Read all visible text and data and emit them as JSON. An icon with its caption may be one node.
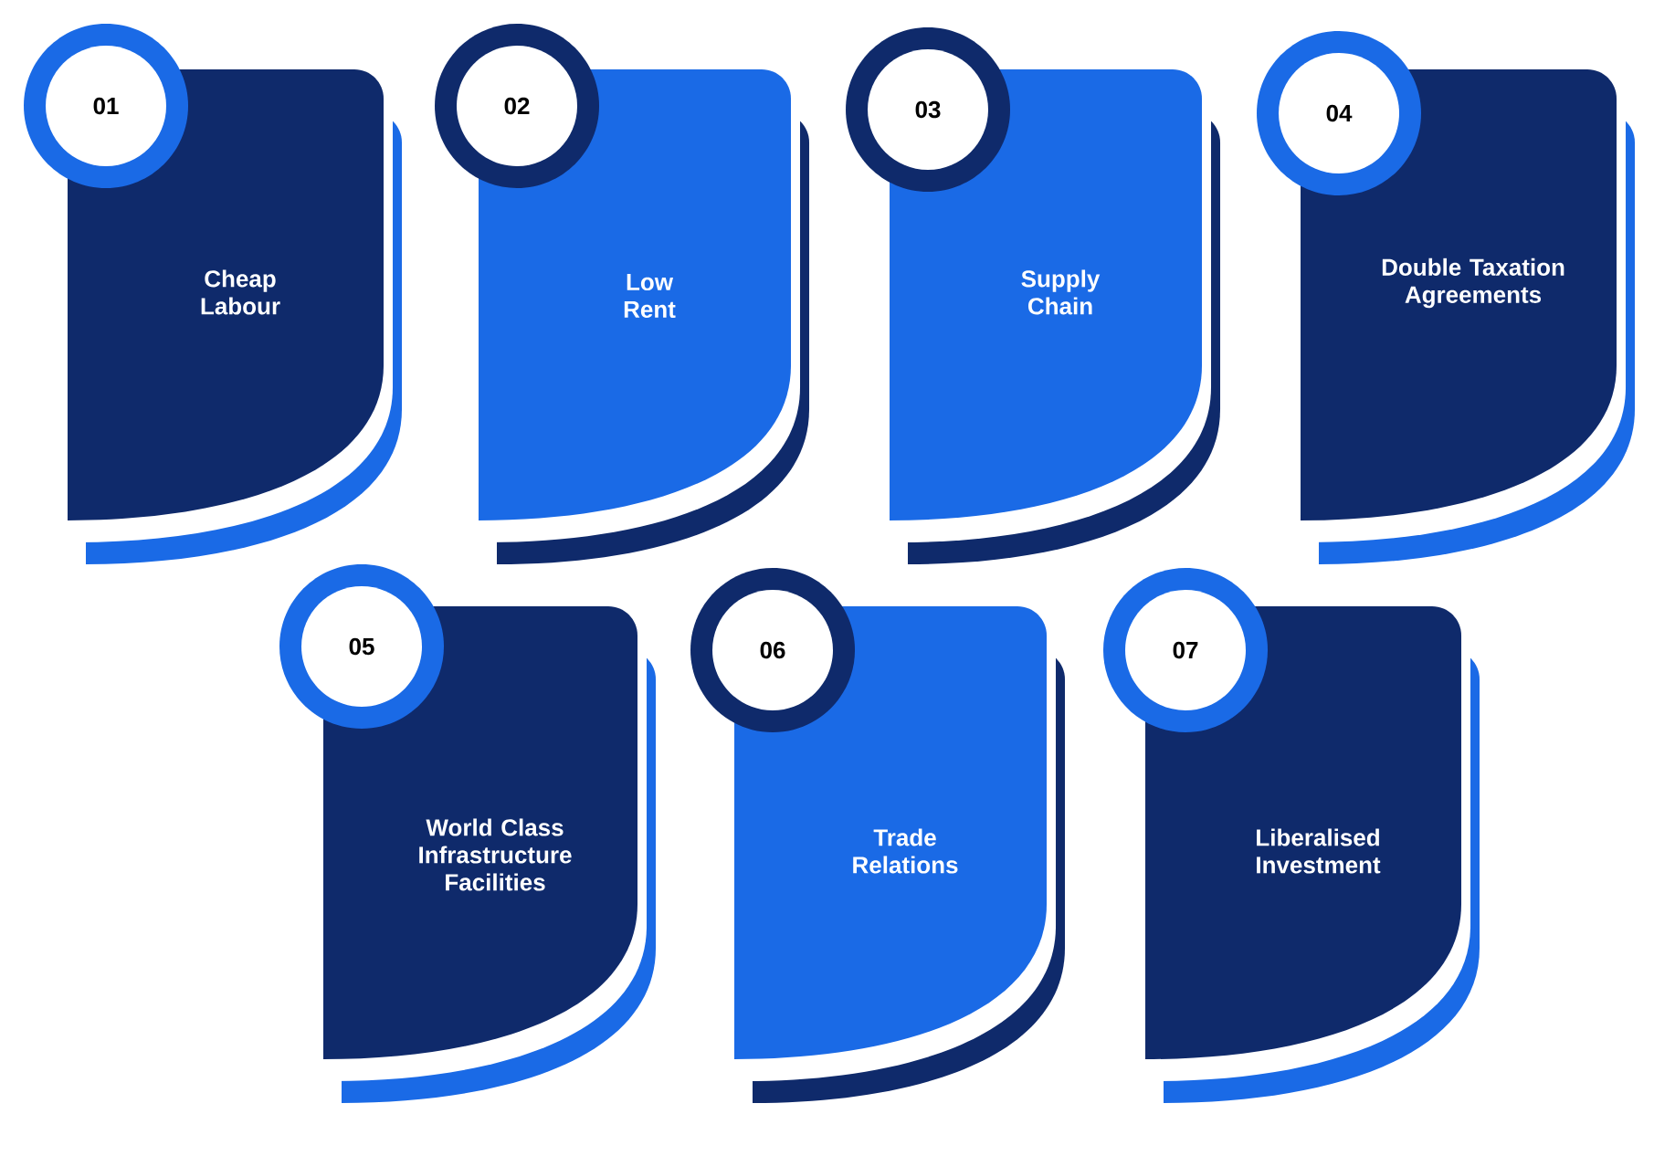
{
  "diagram": {
    "nodes": [
      {
        "text": [
          "01"
        ]
      },
      {
        "text": [
          "Cheap Labour"
        ]
      },
      {
        "text": [
          "02"
        ]
      },
      {
        "text": [
          "Low Rent"
        ]
      },
      {
        "text": [
          "03"
        ]
      },
      {
        "text": [
          "Supply Chain"
        ]
      },
      {
        "text": [
          "04"
        ]
      },
      {
        "text": [
          "Double Taxation Agreements"
        ]
      },
      {
        "text": [
          "05"
        ]
      },
      {
        "text": [
          "World Class Infrastructure Facilities"
        ]
      },
      {
        "text": [
          "06"
        ]
      },
      {
        "text": [
          "Trade Relations"
        ]
      },
      {
        "text": [
          "07"
        ]
      },
      {
        "text": [
          "Liberalised Investment"
        ]
      }
    ]
  }
}
